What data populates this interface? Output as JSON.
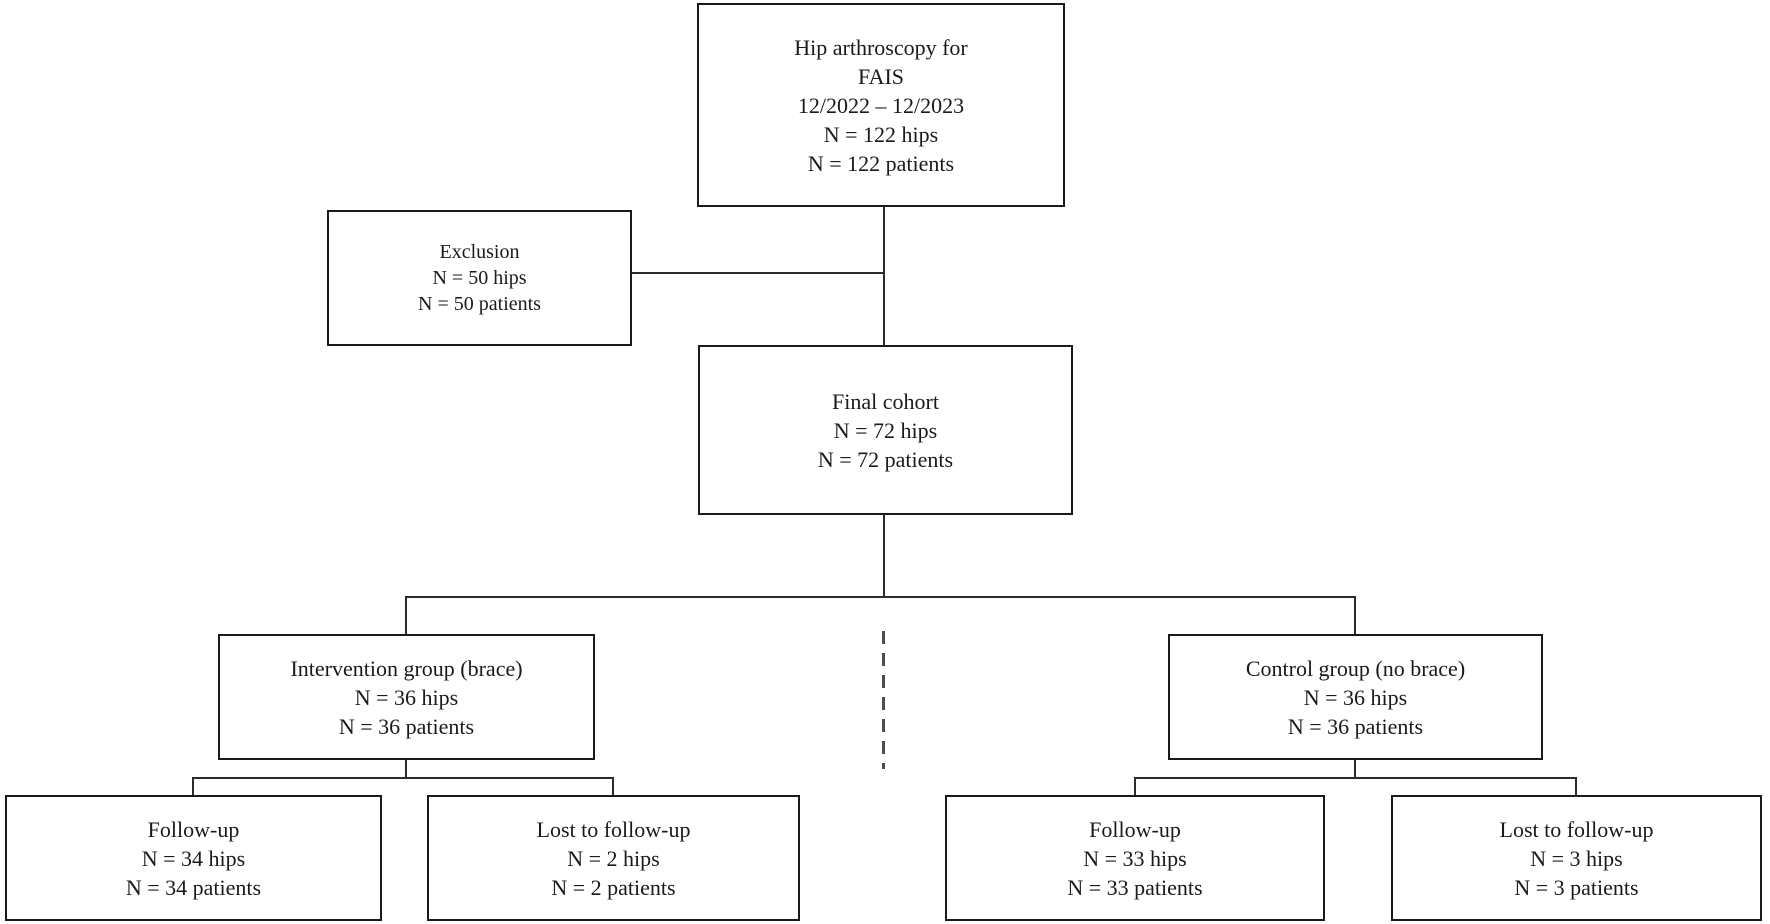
{
  "meta": {
    "description": "Patient flow diagram: hip arthroscopy for FAIS study cohort",
    "colors": {
      "background": "#ffffff",
      "box_border": "#1a1a1a",
      "text": "#1a1a1a",
      "connector": "#2b2b2b",
      "dashed_divider": "#4d4d4d"
    }
  },
  "nodes": {
    "enrollment": {
      "lines": [
        "Hip arthroscopy for",
        "FAIS",
        "12/2022 – 12/2023",
        "N = 122 hips",
        "N = 122 patients"
      ]
    },
    "exclusion": {
      "lines": [
        "Exclusion",
        "N = 50 hips",
        "N = 50 patients"
      ]
    },
    "final_cohort": {
      "lines": [
        "Final cohort",
        "N = 72 hips",
        "N = 72 patients"
      ]
    },
    "intervention": {
      "lines": [
        "Intervention group (brace)",
        "N = 36 hips",
        "N = 36 patients"
      ]
    },
    "control": {
      "lines": [
        "Control group (no brace)",
        "N = 36 hips",
        "N = 36 patients"
      ]
    },
    "intervention_followup": {
      "lines": [
        "Follow-up",
        "N = 34 hips",
        "N = 34 patients"
      ]
    },
    "intervention_lost": {
      "lines": [
        "Lost to follow-up",
        "N = 2 hips",
        "N = 2 patients"
      ]
    },
    "control_followup": {
      "lines": [
        "Follow-up",
        "N = 33 hips",
        "N = 33 patients"
      ]
    },
    "control_lost": {
      "lines": [
        "Lost to follow-up",
        "N = 3 hips",
        "N = 3 patients"
      ]
    }
  }
}
